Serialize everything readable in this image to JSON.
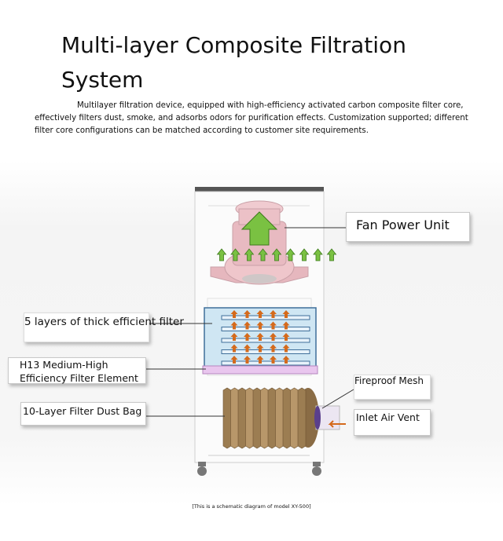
{
  "title": "Multi-layer Composite Filtration System",
  "description": "Multilayer filtration device, equipped with high-efficiency activated carbon composite filter core, effectively filters dust, smoke, and adsorbs odors for purification effects. Customization supported; different filter core configurations can be matched according to customer site requirements.",
  "labels": {
    "fan_power_unit": "Fan Power Unit",
    "five_layers": "5 layers of thick efficient filter",
    "h13_filter": "H13 Medium-High Efficiency Filter Element",
    "dust_bag": "10-Layer Filter Dust Bag",
    "fireproof_mesh": "Fireproof Mesh",
    "inlet_air_vent": "Inlet Air Vent"
  },
  "caption": "[This is a schematic diagram of model XY-500]",
  "colors": {
    "fan": "#e6b7be",
    "arrow_green": "#7ac142",
    "filter_blue": "#cfe6f3",
    "filter_border": "#3f6f9a",
    "arrow_orange": "#d46a1c",
    "h13_pink": "#e9c6ee",
    "dust_bag": "#a98a5f",
    "inlet": "#5a3f8c"
  }
}
